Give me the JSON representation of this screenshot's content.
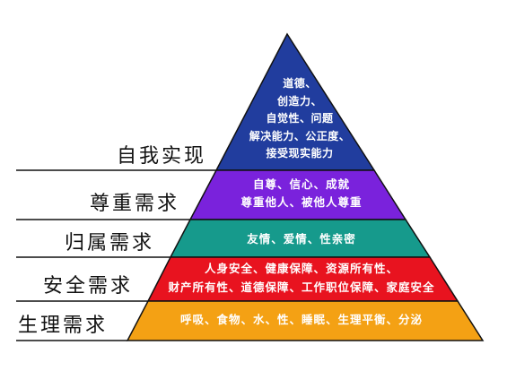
{
  "levels": [
    {
      "label": "自我实现",
      "color": "#213d9e",
      "lines": [
        "道德、",
        "创造力、",
        "自觉性、问题",
        "解决能力、公正度、",
        "接受现实能力"
      ]
    },
    {
      "label": "尊重需求",
      "color": "#7a22dc",
      "lines": [
        "自尊、信心、成就",
        "尊重他人、被他人尊重"
      ]
    },
    {
      "label": "归属需求",
      "color": "#169a8c",
      "lines": [
        "友情、爱情、性亲密"
      ]
    },
    {
      "label": "安全需求",
      "color": "#e8131f",
      "lines": [
        "人身安全、健康保障、资源所有性、",
        "财产所有性、道德保障、工作职位保障、家庭安全"
      ]
    },
    {
      "label": "生理需求",
      "color": "#f4a114",
      "lines": [
        "呼吸、食物、水、性、睡眠、生理平衡、分泌"
      ]
    }
  ]
}
